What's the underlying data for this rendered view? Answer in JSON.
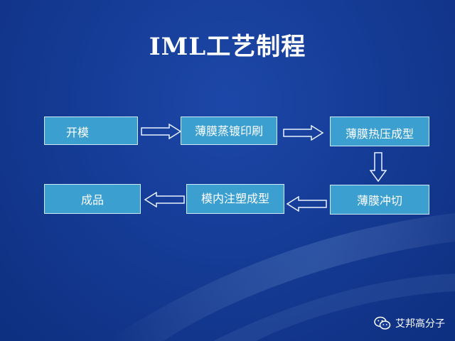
{
  "title": "IML工艺制程",
  "steps": {
    "open_mold": "开模",
    "film_printing": "薄膜蒸镀印刷",
    "film_forming": "薄膜热压成型",
    "film_cutting": "薄膜冲切",
    "in_mold_injection": "模内注塑成型",
    "product": "成品"
  },
  "watermark": {
    "icon": "wechat-icon",
    "text": "艾邦高分子"
  },
  "colors": {
    "background": "#153c96",
    "box_fill": "#3b9fcf",
    "box_border": "#cfeaf7",
    "text": "#ffffff"
  }
}
